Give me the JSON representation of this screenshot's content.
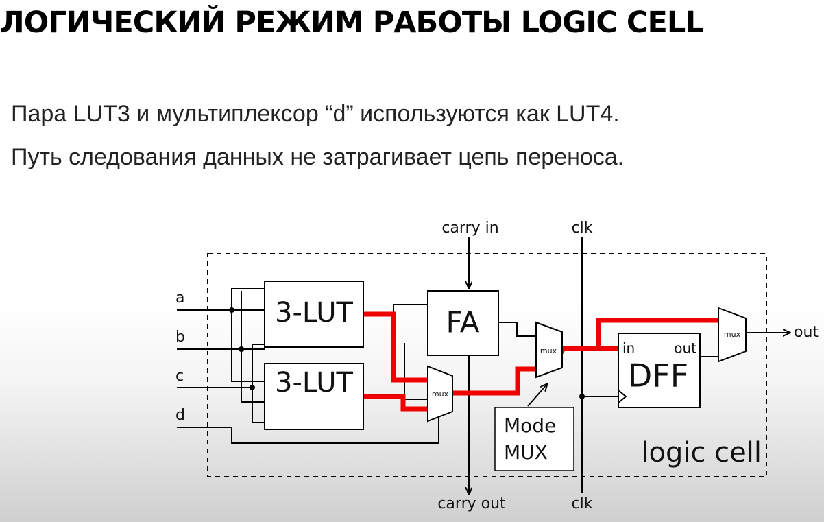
{
  "slide": {
    "title": "ЛОГИЧЕСКИЙ РЕЖИМ РАБОТЫ LOGIC CELL",
    "bullets": [
      "Пара LUT3 и мультиплексор “d” используются как LUT4.",
      "Путь следования данных не затрагивает цепь переноса."
    ]
  },
  "diagram": {
    "inputs": {
      "a": "a",
      "b": "b",
      "c": "c",
      "d": "d"
    },
    "lut_top": "3-LUT",
    "lut_bottom": "3-LUT",
    "fa": "FA",
    "mux_left": "mux",
    "mux_mode": "mux",
    "mux_out": "mux",
    "dff": "DFF",
    "dff_in": "in",
    "dff_out": "out",
    "carry_in": "carry in",
    "carry_out": "carry out",
    "clk_top": "clk",
    "clk_bottom": "clk",
    "out": "out",
    "mode_mux": {
      "line1": "Mode",
      "line2": "MUX"
    },
    "cell_label": "logic cell",
    "colors": {
      "highlight": "#ee0000",
      "wire": "#000000"
    }
  }
}
